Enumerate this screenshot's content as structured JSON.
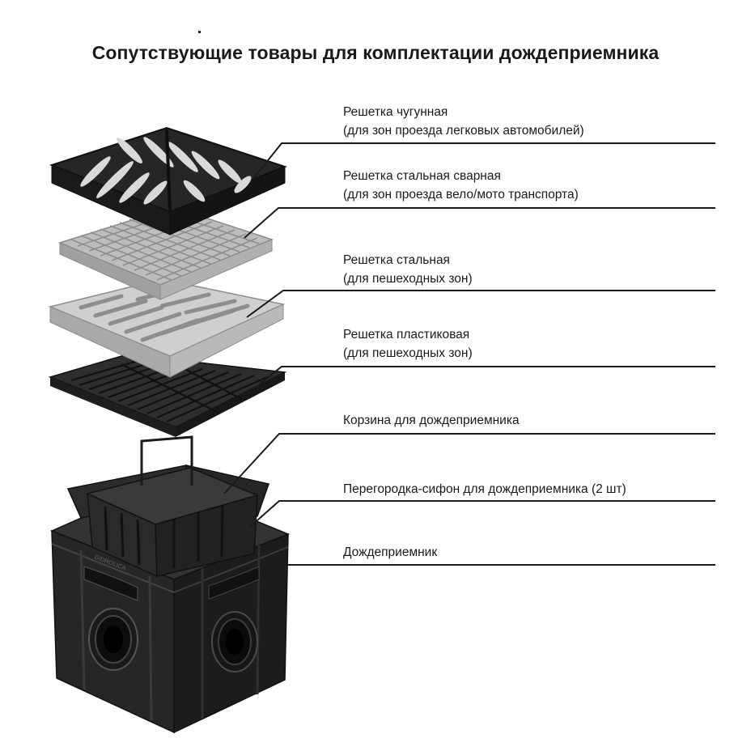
{
  "title": "Сопутствующие товары для комплектации дождеприемника",
  "components": [
    {
      "id": "cast-iron-grate",
      "name": "Решетка чугунная",
      "note": "(для зон проезда легковых автомобилей)"
    },
    {
      "id": "welded-steel-grate",
      "name": "Решетка стальная сварная",
      "note": "(для зон проезда вело/мото транспорта)"
    },
    {
      "id": "steel-grate",
      "name": "Решетка стальная",
      "note": "(для пешеходных зон)"
    },
    {
      "id": "plastic-grate",
      "name": "Решетка пластиковая",
      "note": "(для пешеходных зон)"
    },
    {
      "id": "basket",
      "name": "Корзина для дождеприемника",
      "note": ""
    },
    {
      "id": "siphon-partition",
      "name": "Перегородка-сифон для дождеприемника (2 шт)",
      "note": ""
    },
    {
      "id": "rain-inlet",
      "name": "Дождеприемник",
      "note": ""
    }
  ],
  "body_marking": "GIDROLICA",
  "colors": {
    "dark_part": "#232323",
    "light_part": "#cfcfcf",
    "leader_line": "#1a1a1a",
    "text": "#1a1a1a"
  }
}
